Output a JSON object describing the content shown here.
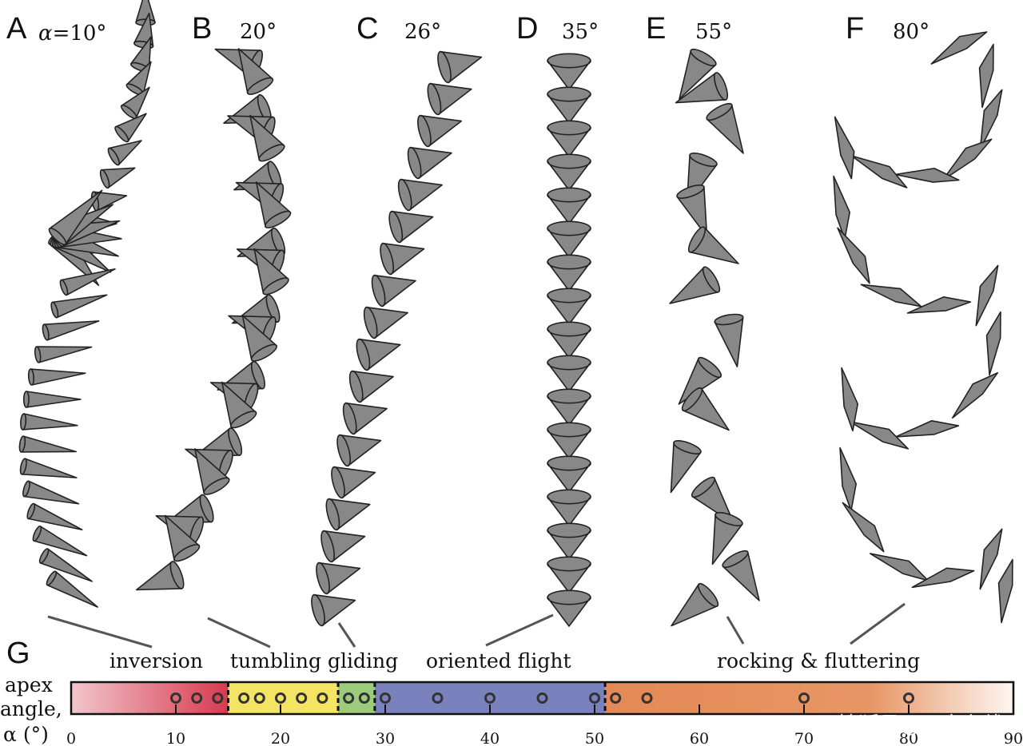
{
  "panels": [
    {
      "letter": "A",
      "alpha_prefix": "α",
      "angle": "=10°"
    },
    {
      "letter": "B",
      "angle": "20°"
    },
    {
      "letter": "C",
      "angle": "26°"
    },
    {
      "letter": "D",
      "angle": "35°"
    },
    {
      "letter": "E",
      "angle": "55°"
    },
    {
      "letter": "F",
      "angle": "80°"
    }
  ],
  "panel_g": {
    "letter": "G"
  },
  "modes": [
    "inversion",
    "tumbling",
    "gliding",
    "oriented flight",
    "rocking & fluttering"
  ],
  "axis": {
    "title_lines": [
      "apex",
      "angle,",
      "α (°)"
    ],
    "min": 0,
    "max": 90,
    "ticks": [
      0,
      10,
      20,
      30,
      40,
      50,
      60,
      70,
      80,
      90
    ],
    "boundaries": [
      15,
      25.5,
      29,
      51
    ]
  },
  "regimes": [
    {
      "name": "inversion",
      "from": 0,
      "to": 15,
      "color": "#d83a4f"
    },
    {
      "name": "tumbling",
      "from": 15,
      "to": 25.5,
      "color": "#f3e464"
    },
    {
      "name": "gliding",
      "from": 25.5,
      "to": 29,
      "color": "#9ccb7b"
    },
    {
      "name": "oriented flight",
      "from": 29,
      "to": 51,
      "color": "#7a82bd"
    },
    {
      "name": "rocking & fluttering",
      "from": 51,
      "to": 90,
      "color": "#e48955"
    }
  ],
  "experiments": [
    10,
    12,
    14,
    16.5,
    18,
    20,
    22,
    24,
    26.5,
    28,
    30,
    35,
    40,
    45,
    50,
    52,
    55,
    70,
    80
  ],
  "watermark": "搜狐号@天文在线",
  "colors": {
    "cone": "#888888",
    "outline": "#222222",
    "connector": "#555555"
  }
}
